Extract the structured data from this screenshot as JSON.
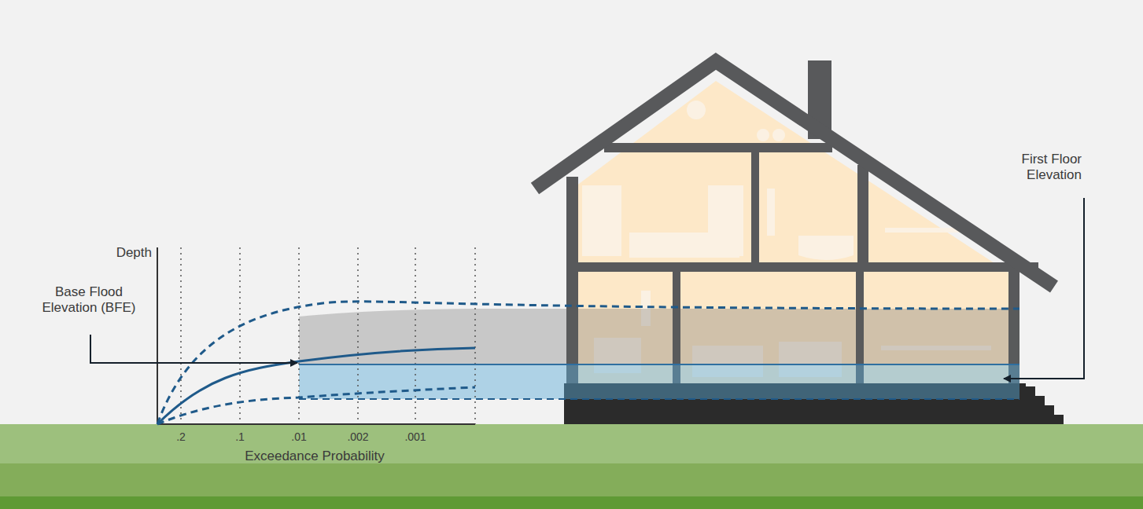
{
  "diagram": {
    "labels": [
      "Depth",
      "Base Flood Elevation (BFE)",
      "First Floor Elevation",
      ".2",
      ".1",
      ".01",
      ".002",
      ".001",
      "Exceedance Probability"
    ]
  }
}
